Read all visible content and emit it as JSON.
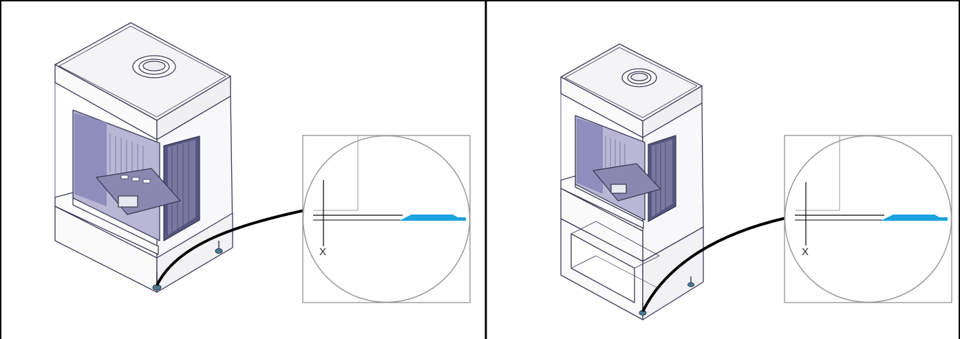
{
  "panels": [
    {
      "id": "stove-without-base",
      "detail_label": "X"
    },
    {
      "id": "stove-with-base",
      "detail_label": "X"
    }
  ],
  "colors": {
    "outline": "#3a3a55",
    "glass": "#6e6c9a",
    "glass_light": "#b7b5d4",
    "accent_blue": "#1aa3dc",
    "frame": "#000000",
    "detail_circle": "#9a9a9a"
  }
}
